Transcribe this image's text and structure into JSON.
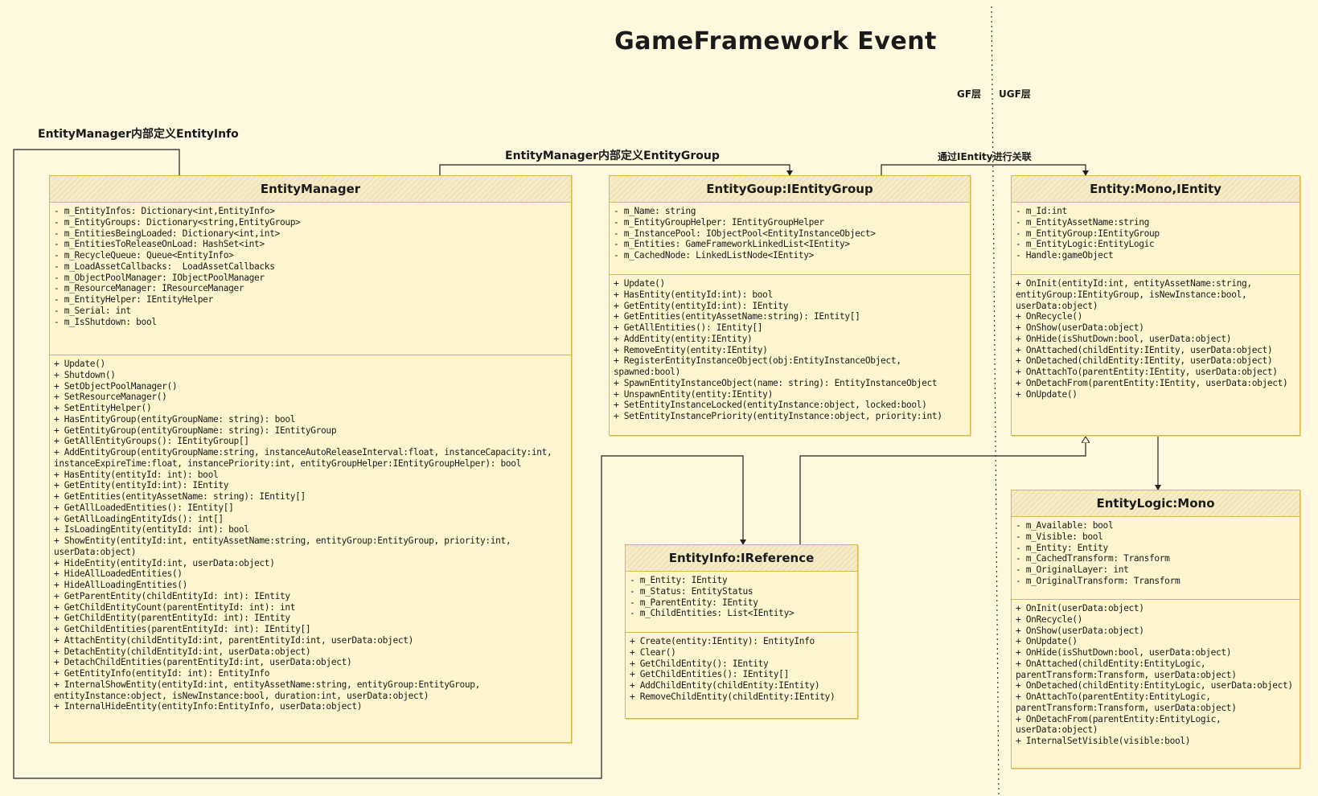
{
  "title": "GameFramework Event",
  "layer_labels": {
    "gf": "GF层",
    "ugf": "UGF层"
  },
  "edge_labels": {
    "entity_info": "EntityManager内部定义EntityInfo",
    "entity_group": "EntityManager内部定义EntityGroup",
    "ientity": "通过IEntity进行关联"
  },
  "classes": {
    "entity_manager": {
      "name": "EntityManager",
      "fields": [
        "- m_EntityInfos: Dictionary<int,EntityInfo>",
        "- m_EntityGroups: Dictionary<string,EntityGroup>",
        "- m_EntitiesBeingLoaded: Dictionary<int,int>",
        "- m_EntitiesToReleaseOnLoad: HashSet<int>",
        "- m_RecycleQueue: Queue<EntityInfo>",
        "- m_LoadAssetCallbacks:  LoadAssetCallbacks",
        "- m_ObjectPoolManager: IObjectPoolManager",
        "- m_ResourceManager: IResourceManager",
        "- m_EntityHelper: IEntityHelper",
        "- m_Serial: int",
        "- m_IsShutdown: bool"
      ],
      "methods": [
        "+ Update()",
        "+ Shutdown()",
        "+ SetObjectPoolManager()",
        "+ SetResourceManager()",
        "+ SetEntityHelper()",
        "+ HasEntityGroup(entityGroupName: string): bool",
        "+ GetEntityGroup(entityGroupName: string): IEntityGroup",
        "+ GetAllEntityGroups(): IEntityGroup[]",
        "+ AddEntityGroup(entityGroupName:string, instanceAutoReleaseInterval:float, instanceCapacity:int, instanceExpireTime:float, instancePriority:int, entityGroupHelper:IEntityGroupHelper): bool",
        "+ HasEntity(entityId: int): bool",
        "+ GetEntity(entityId:int): IEntity",
        "+ GetEntities(entityAssetName: string): IEntity[]",
        "+ GetAllLoadedEntities(): IEntity[]",
        "+ GetAllLoadingEntityIds(): int[]",
        "+ IsLoadingEntity(entityId: int): bool",
        "+ ShowEntity(entityId:int, entityAssetName:string, entityGroup:EntityGroup, priority:int, userData:object)",
        "+ HideEntity(entityId:int, userData:object)",
        "+ HideAllLoadedEntities()",
        "+ HideAllLoadingEntities()",
        "+ GetParentEntity(childEntityId: int): IEntity",
        "+ GetChildEntityCount(parentEntityId: int): int",
        "+ GetChildEntity(parentEntityId: int): IEntity",
        "+ GetChildEntities(parentEntityId: int): IEntity[]",
        "+ AttachEntity(childEntityId:int, parentEntityId:int, userData:object)",
        "+ DetachEntity(childEntityId:int, userData:object)",
        "+ DetachChildEntities(parentEntityId:int, userData:object)",
        "+ GetEntityInfo(entityId: int): EntityInfo",
        "+ InternalShowEntity(entityId:int, entityAssetName:string, entityGroup:EntityGroup, entityInstance:object, isNewInstance:bool, duration:int, userData:object)",
        "+ InternalHideEntity(entityInfo:EntityInfo, userData:object)"
      ]
    },
    "entity_group": {
      "name": "EntityGoup:IEntityGroup",
      "fields": [
        "- m_Name: string",
        "- m_EntityGroupHelper: IEntityGroupHelper",
        "- m_InstancePool: IObjectPool<EntityInstanceObject>",
        "- m_Entities: GameFrameworkLinkedList<IEntity>",
        "- m_CachedNode: LinkedListNode<IEntity>"
      ],
      "methods": [
        "+ Update()",
        "+ HasEntity(entityId:int): bool",
        "+ GetEntity(entityId:int): IEntity",
        "+ GetEntities(entityAssetName:string): IEntity[]",
        "+ GetAllEntities(): IEntity[]",
        "+ AddEntity(entity:IEntity)",
        "+ RemoveEntity(entity:IEntity)",
        "+ RegisterEntityInstanceObject(obj:EntityInstanceObject, spawned:bool)",
        "+ SpawnEntityInstanceObject(name: string): EntityInstanceObject",
        "+ UnspawnEntity(entity:IEntity)",
        "+ SetEntityInstanceLocked(entityInstance:object, locked:bool)",
        "+ SetEntityInstancePriority(entityInstance:object, priority:int)"
      ]
    },
    "entity": {
      "name": "Entity:Mono,IEntity",
      "fields": [
        "- m_Id:int",
        "- m_EntityAssetName:string",
        "- m_EntityGroup:IEntityGroup",
        "- m_EntityLogic:EntityLogic",
        "- Handle:gameObject"
      ],
      "methods": [
        "+ OnInit(entityId:int, entityAssetName:string, entityGroup:IEntityGroup, isNewInstance:bool, userData:object)",
        "+ OnRecycle()",
        "+ OnShow(userData:object)",
        "+ OnHide(isShutDown:bool, userData:object)",
        "+ OnAttached(childEntity:IEntity, userData:object)",
        "+ OnDetached(childEntity:IEntity, userData:object)",
        "+ OnAttachTo(parentEntity:IEntity, userData:object)",
        "+ OnDetachFrom(parentEntity:IEntity, userData:object)",
        "+ OnUpdate()"
      ]
    },
    "entity_info": {
      "name": "EntityInfo:IReference",
      "fields": [
        "- m_Entity: IEntity",
        "- m_Status: EntityStatus",
        "- m_ParentEntity: IEntity",
        "- m_ChildEntities: List<IEntity>"
      ],
      "methods": [
        "+ Create(entity:IEntity): EntityInfo",
        "+ Clear()",
        "+ GetChildEntity(): IEntity",
        "+ GetChildEntities(): IEntity[]",
        "+ AddChildEntity(childEntity:IEntity)",
        "+ RemoveChildEntity(childEntity:IEntity)"
      ]
    },
    "entity_logic": {
      "name": "EntityLogic:Mono",
      "fields": [
        "- m_Available: bool",
        "- m_Visible: bool",
        "- m_Entity: Entity",
        "- m_CachedTransform: Transform",
        "- m_OriginalLayer: int",
        "- m_OriginalTransform: Transform"
      ],
      "methods": [
        "+ OnInit(userData:object)",
        "+ OnRecycle()",
        "+ OnShow(userData:object)",
        "+ OnUpdate()",
        "+ OnHide(isShutDown:bool, userData:object)",
        "+ OnAttached(childEntity:EntityLogic, parentTransform:Transform, userData:object)",
        "+ OnDetached(childEntity:EntityLogic, userData:object)",
        "+ OnAttachTo(parentEntity:EntityLogic, parentTransform:Transform, userData:object)",
        "+ OnDetachFrom(parentEntity:EntityLogic, userData:object)",
        "+ InternalSetVisible(visible:bool)"
      ]
    }
  }
}
